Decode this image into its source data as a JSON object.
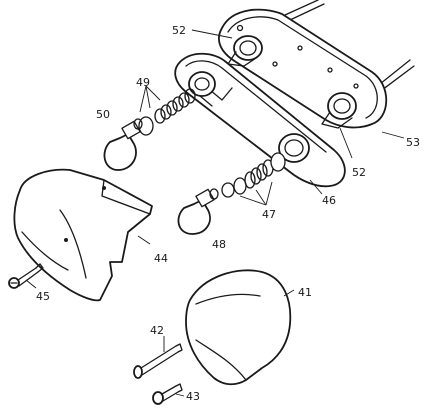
{
  "callouts": {
    "c52_top": "52",
    "c52_bottom": "52",
    "c53": "53",
    "c49": "49",
    "c50": "50",
    "c46": "46",
    "c47": "47",
    "c48": "48",
    "c44": "44",
    "c45": "45",
    "c41": "41",
    "c42": "42",
    "c43": "43"
  }
}
